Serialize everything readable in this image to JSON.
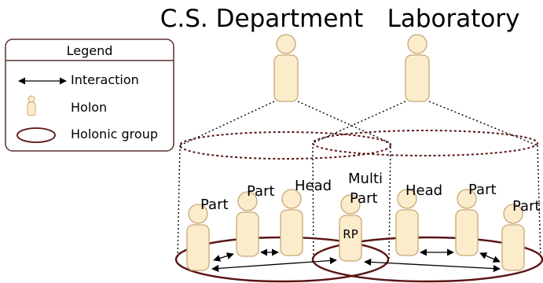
{
  "titles": {
    "left": "C.S. Department",
    "right": "Laboratory"
  },
  "legend": {
    "title": "Legend",
    "items": [
      {
        "icon": "double-arrow-icon",
        "label": "Interaction"
      },
      {
        "icon": "holon-icon",
        "label": "Holon"
      },
      {
        "icon": "ellipse-icon",
        "label": "Holonic group"
      }
    ]
  },
  "roles": {
    "part": "Part",
    "head": "Head",
    "multi": "Multi",
    "multi_part": "Part",
    "rp": "RP"
  },
  "colors": {
    "holon_fill": "#fbeccc",
    "holon_stroke": "#c8a874",
    "group_stroke": "#5a1414",
    "line": "#000000"
  }
}
